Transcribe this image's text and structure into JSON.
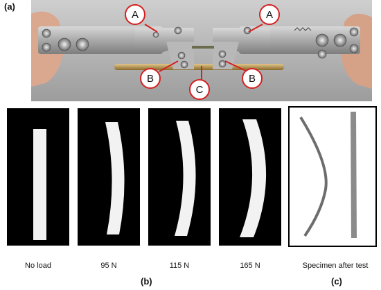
{
  "figure": {
    "panel_a_label": "(a)",
    "panel_b_label": "(b)",
    "panel_c_label": "(c)",
    "callouts": [
      "A",
      "A",
      "B",
      "B",
      "C"
    ],
    "captions": [
      "No load",
      "95 N",
      "115 N",
      "165 N",
      "Specimen after test"
    ],
    "colors": {
      "callout": "#d42020",
      "panel_bg": "#000000",
      "frame_border": "#000000"
    }
  }
}
